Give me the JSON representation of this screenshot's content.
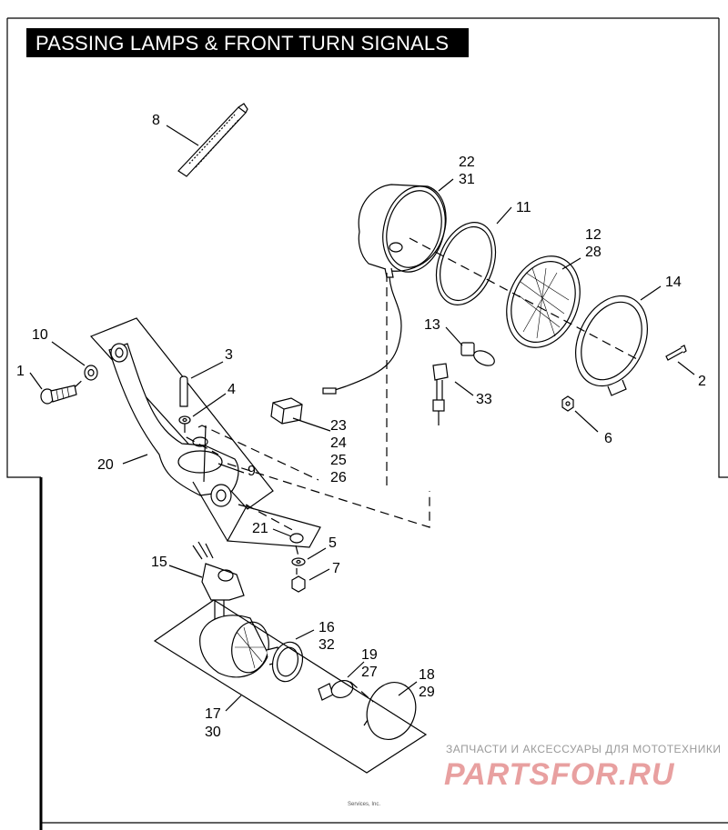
{
  "title": "PASSING LAMPS & FRONT TURN SIGNALS",
  "callouts": {
    "c1": "1",
    "c2": "2",
    "c3": "3",
    "c4": "4",
    "c5": "5",
    "c6": "6",
    "c7": "7",
    "c8": "8",
    "c9": "9",
    "c10": "10",
    "c11": "11",
    "c12": "12",
    "c28": "28",
    "c13": "13",
    "c14": "14",
    "c15": "15",
    "c16": "16",
    "c32": "32",
    "c17": "17",
    "c30": "30",
    "c18": "18",
    "c29": "29",
    "c19": "19",
    "c27": "27",
    "c20": "20",
    "c21": "21",
    "c22": "22",
    "c31": "31",
    "c23": "23",
    "c24": "24",
    "c25": "25",
    "c26": "26",
    "c33": "33"
  },
  "watermark": {
    "line1": "ЗАПЧАСТИ И АКСЕССУАРЫ ДЛЯ МОТОТЕХНИКИ",
    "line2": "PARTSFOR.RU"
  },
  "copyright": "Services, Inc."
}
